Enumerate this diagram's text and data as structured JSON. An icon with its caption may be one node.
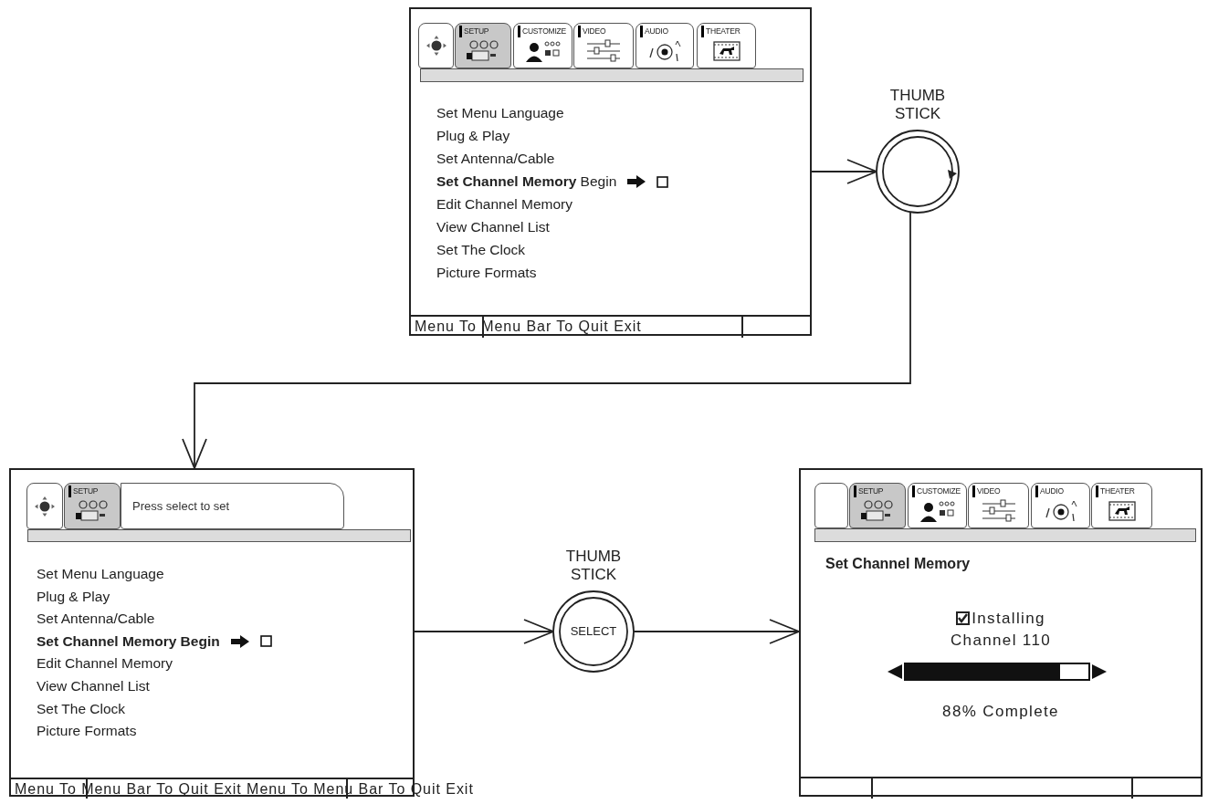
{
  "diagram": {
    "nodes": [
      {
        "text": [
          "Set Menu Language",
          "Plug & Play",
          "Set Antenna/Cable",
          "**Set Channel Memory** Begin",
          "Edit Channel Memory",
          "View Channel List",
          "Set The Clock",
          "Picture Formats",
          "Menu To Menu Bar To Quit Exit"
        ]
      },
      {
        "text": [],
        "shape": "box",
        "in": 0
      },
      {
        "text": [
          "SETUP"
        ],
        "in": 0
      },
      {
        "text": [
          "CUSTOMIZE"
        ],
        "in": 0
      },
      {
        "text": [
          "VIDEO"
        ],
        "in": 0
      },
      {
        "text": [
          "AUDIO"
        ],
        "in": 0
      },
      {
        "text": [
          "THEATER"
        ],
        "in": 0
      },
      {
        "text": [
          "THUMB STICK"
        ]
      },
      {
        "text": [
          "Set Menu Language",
          "Plug & Play",
          "Set Antenna/Cable",
          "Set Channel Memory Begin",
          "Edit Channel Memory",
          "View Channel List",
          "Set The Clock",
          "Picture Formats",
          "Menu To Menu Bar To Quit Exit Menu To Menu Bar To Quit Exit"
        ]
      },
      {
        "text": [],
        "shape": "box",
        "in": 8
      },
      {
        "text": [
          "SETUP"
        ],
        "in": 8
      },
      {
        "text": [
          "Press select to set"
        ],
        "in": 8
      },
      {
        "text": [
          "THUMB STICK",
          "SELECT"
        ]
      },
      {
        "text": [
          "Set Channel Memory",
          "Installing",
          "Channel 110",
          "88% Complete"
        ]
      },
      {
        "text": [],
        "shape": "box",
        "in": 13
      },
      {
        "text": [
          "SETUP"
        ],
        "in": 13
      },
      {
        "text": [
          "CUSTOMIZE"
        ],
        "in": 13
      },
      {
        "text": [
          "VIDEO"
        ],
        "in": 13
      },
      {
        "text": [
          "AUDIO"
        ],
        "in": 13
      },
      {
        "text": [
          "THEATER"
        ],
        "in": 13
      },
      {
        "text": [],
        "shape": "bar",
        "in": 0
      },
      {
        "text": [],
        "shape": "bar",
        "in": 8
      },
      {
        "text": [],
        "shape": "bar",
        "in": 13
      }
    ],
    "edges": [
      {
        "from": 0,
        "to": 7,
        "arrow": "to"
      },
      {
        "from": 7,
        "to": 8,
        "arrow": "to"
      },
      {
        "from": 8,
        "to": 12,
        "arrow": "to"
      },
      {
        "from": 12,
        "to": 13,
        "arrow": "to"
      }
    ]
  }
}
